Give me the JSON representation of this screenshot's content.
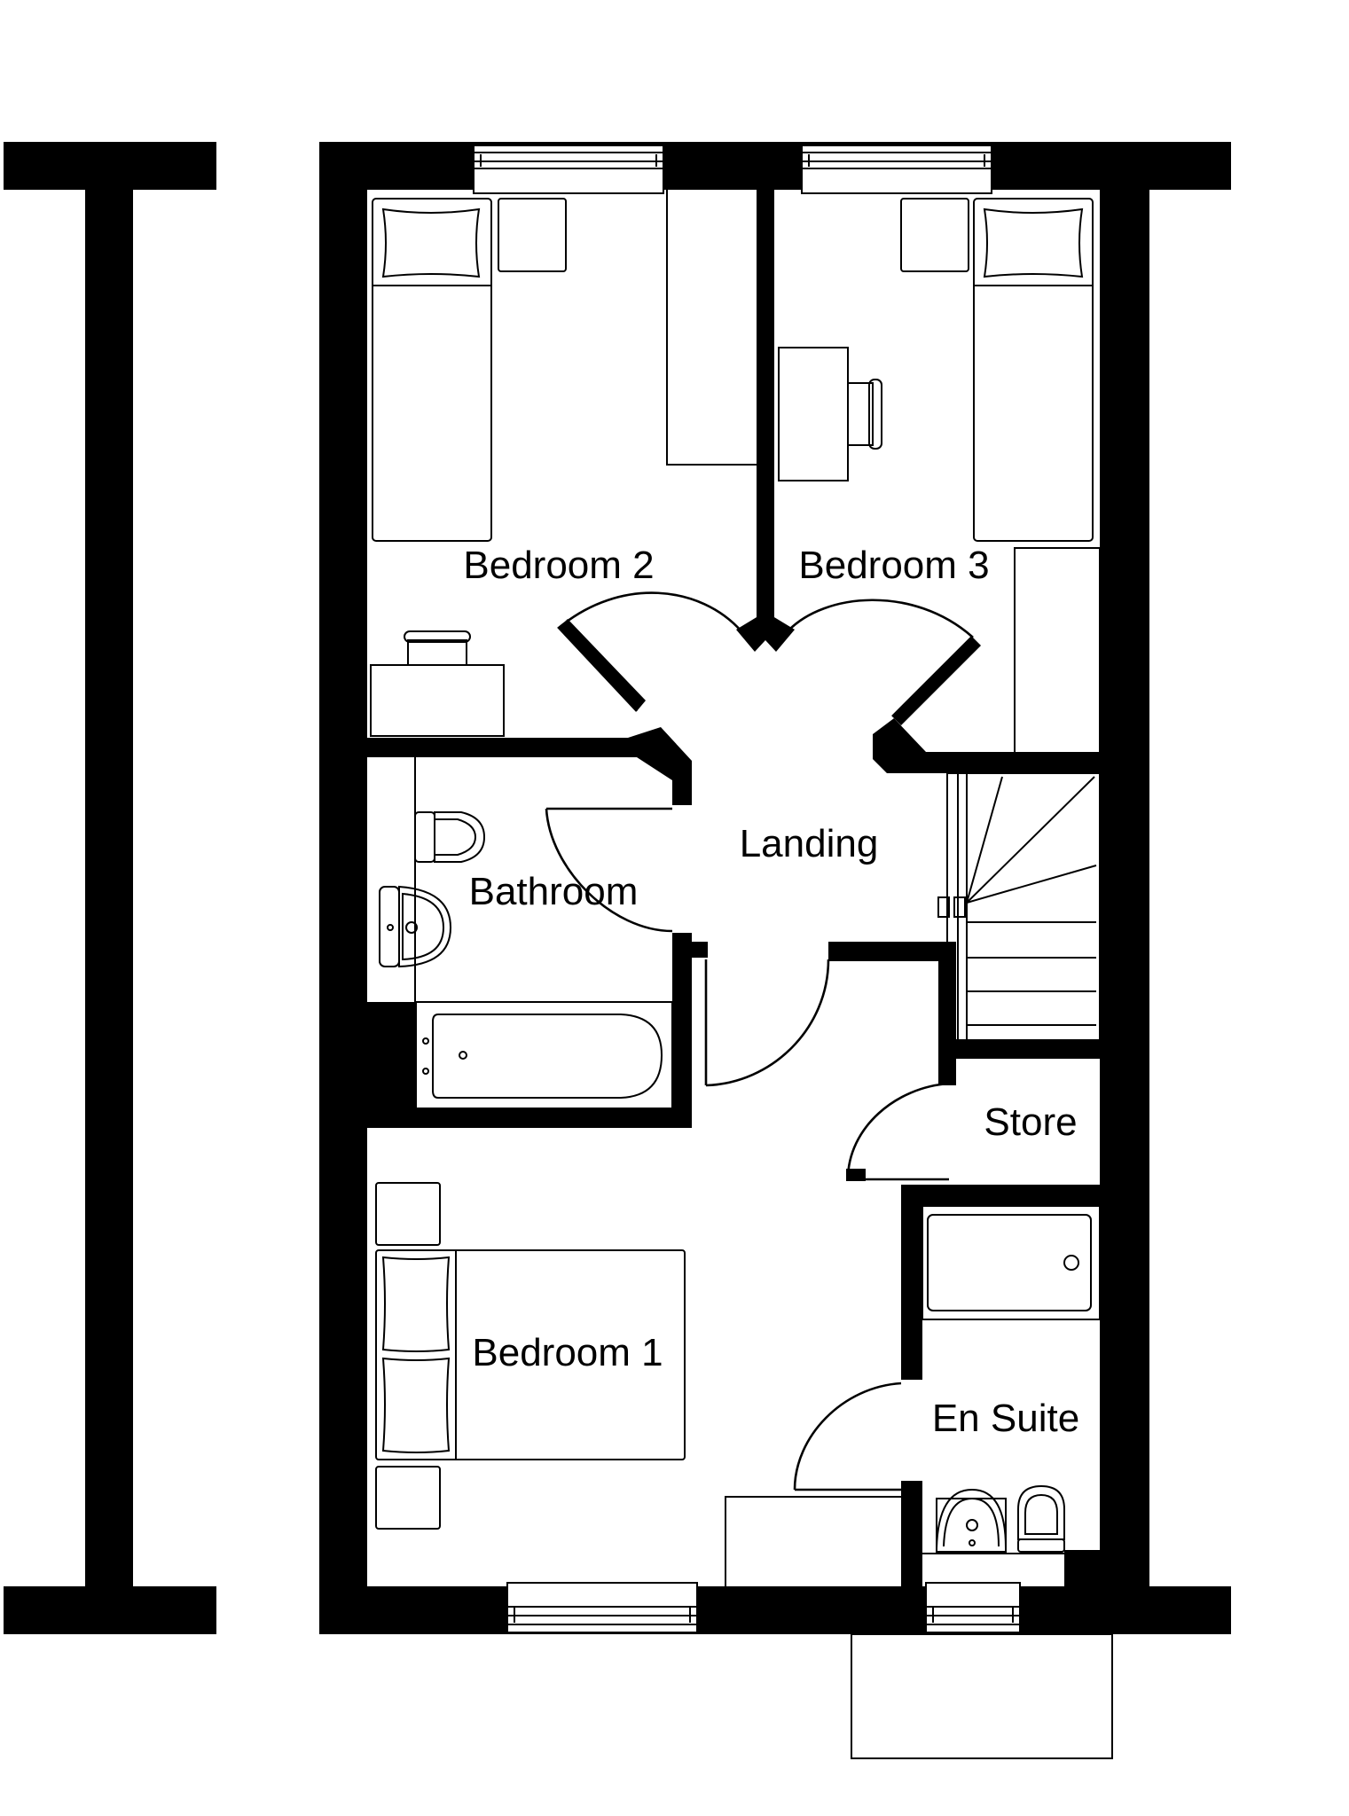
{
  "floor_plan": {
    "rooms": {
      "bedroom_2": "Bedroom 2",
      "bedroom_3": "Bedroom 3",
      "landing": "Landing",
      "bathroom": "Bathroom",
      "store": "Store",
      "bedroom_1": "Bedroom 1",
      "en_suite": "En Suite"
    },
    "colors": {
      "wall": "#000000",
      "background": "#ffffff"
    }
  }
}
